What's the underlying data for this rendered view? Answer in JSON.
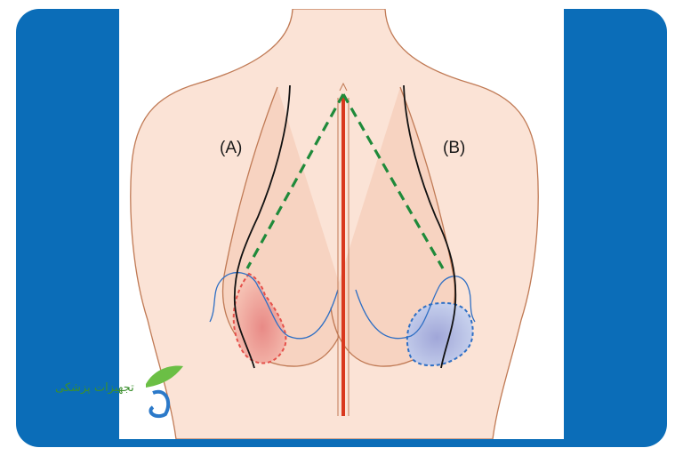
{
  "diagram": {
    "label_a": "(A)",
    "label_b": "(B)"
  },
  "logo": {
    "text": "تجهیزات پزشکی"
  },
  "colors": {
    "frame_blue": "#0b6db8",
    "skin": "#fbe3d6",
    "skin_outline": "#c07a55",
    "midline_red": "#d9381e",
    "dashed_green": "#1f8a3a",
    "outline_blue": "#2f6fc4",
    "tissue_red": "#e5504a",
    "tissue_blue": "#6f8fd2"
  }
}
